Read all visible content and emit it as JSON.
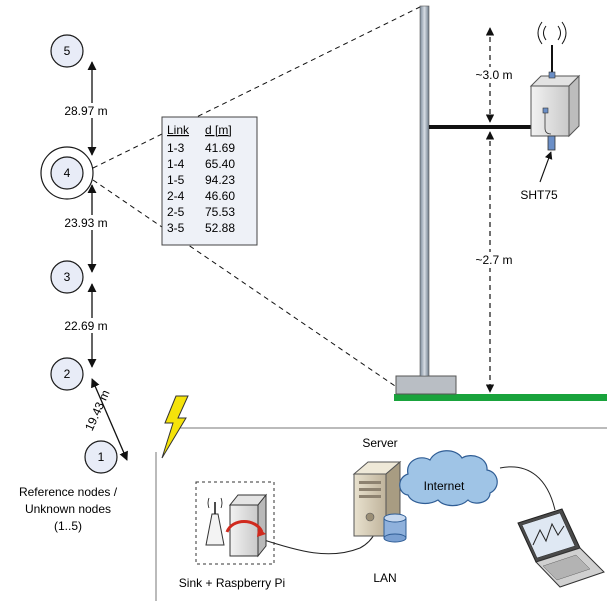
{
  "nodes": [
    {
      "id": "5"
    },
    {
      "id": "4"
    },
    {
      "id": "3"
    },
    {
      "id": "2"
    },
    {
      "id": "1"
    }
  ],
  "distances": {
    "d45": "28.97 m",
    "d34": "23.93 m",
    "d23": "22.69 m",
    "d12": "19.43 m"
  },
  "link_table": {
    "header_link": "Link",
    "header_dist": "d [m]",
    "rows": [
      {
        "link": "1-3",
        "d": "41.69"
      },
      {
        "link": "1-4",
        "d": "65.40"
      },
      {
        "link": "1-5",
        "d": "94.23"
      },
      {
        "link": "2-4",
        "d": "46.60"
      },
      {
        "link": "2-5",
        "d": "75.53"
      },
      {
        "link": "3-5",
        "d": "52.88"
      }
    ]
  },
  "pole": {
    "height_upper": "~3.0 m",
    "height_lower": "~2.7 m",
    "sensor_label": "SHT75"
  },
  "legend": {
    "line1": "Reference nodes /",
    "line2": "Unknown nodes",
    "line3": "(1..5)"
  },
  "network": {
    "server_label": "Server",
    "internet_label": "Internet",
    "lan_label": "LAN",
    "sink_label": "Sink + Raspberry Pi"
  },
  "colors": {
    "ground": "#19a33c",
    "node_fill": "#e8ecf7",
    "lightning": "#f5e30a",
    "cloud": "#9fc4e6",
    "laptop_screen": "#dfe8f3"
  }
}
